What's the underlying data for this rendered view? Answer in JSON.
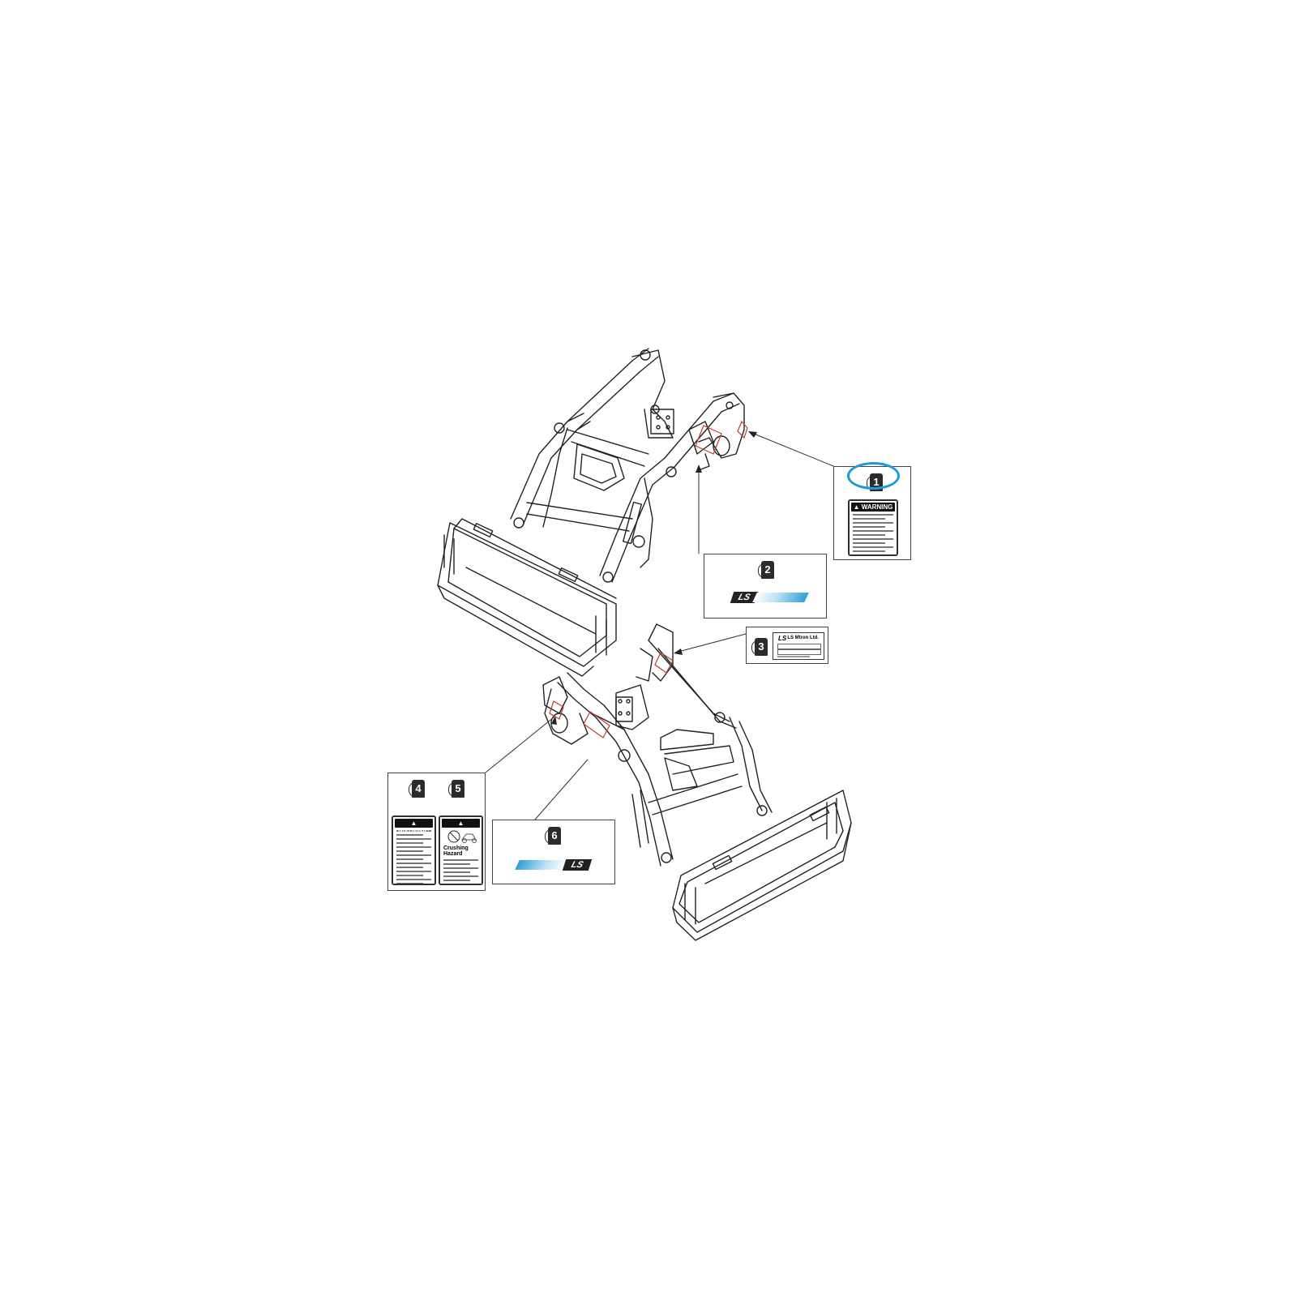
{
  "badges": {
    "b1": "1",
    "b2": "2",
    "b3": "3",
    "b4": "4",
    "b5": "5",
    "b6": "6"
  },
  "labels": {
    "warning": "WARNING",
    "crushing_hazard": "Crushing Hazard",
    "ls": "LS",
    "ls_mtron": "LS Mtron Ltd."
  },
  "colors": {
    "highlight": "#1a9ad6",
    "line": "#333333",
    "warning_bg": "#111111",
    "decal_red": "#c0392b"
  }
}
